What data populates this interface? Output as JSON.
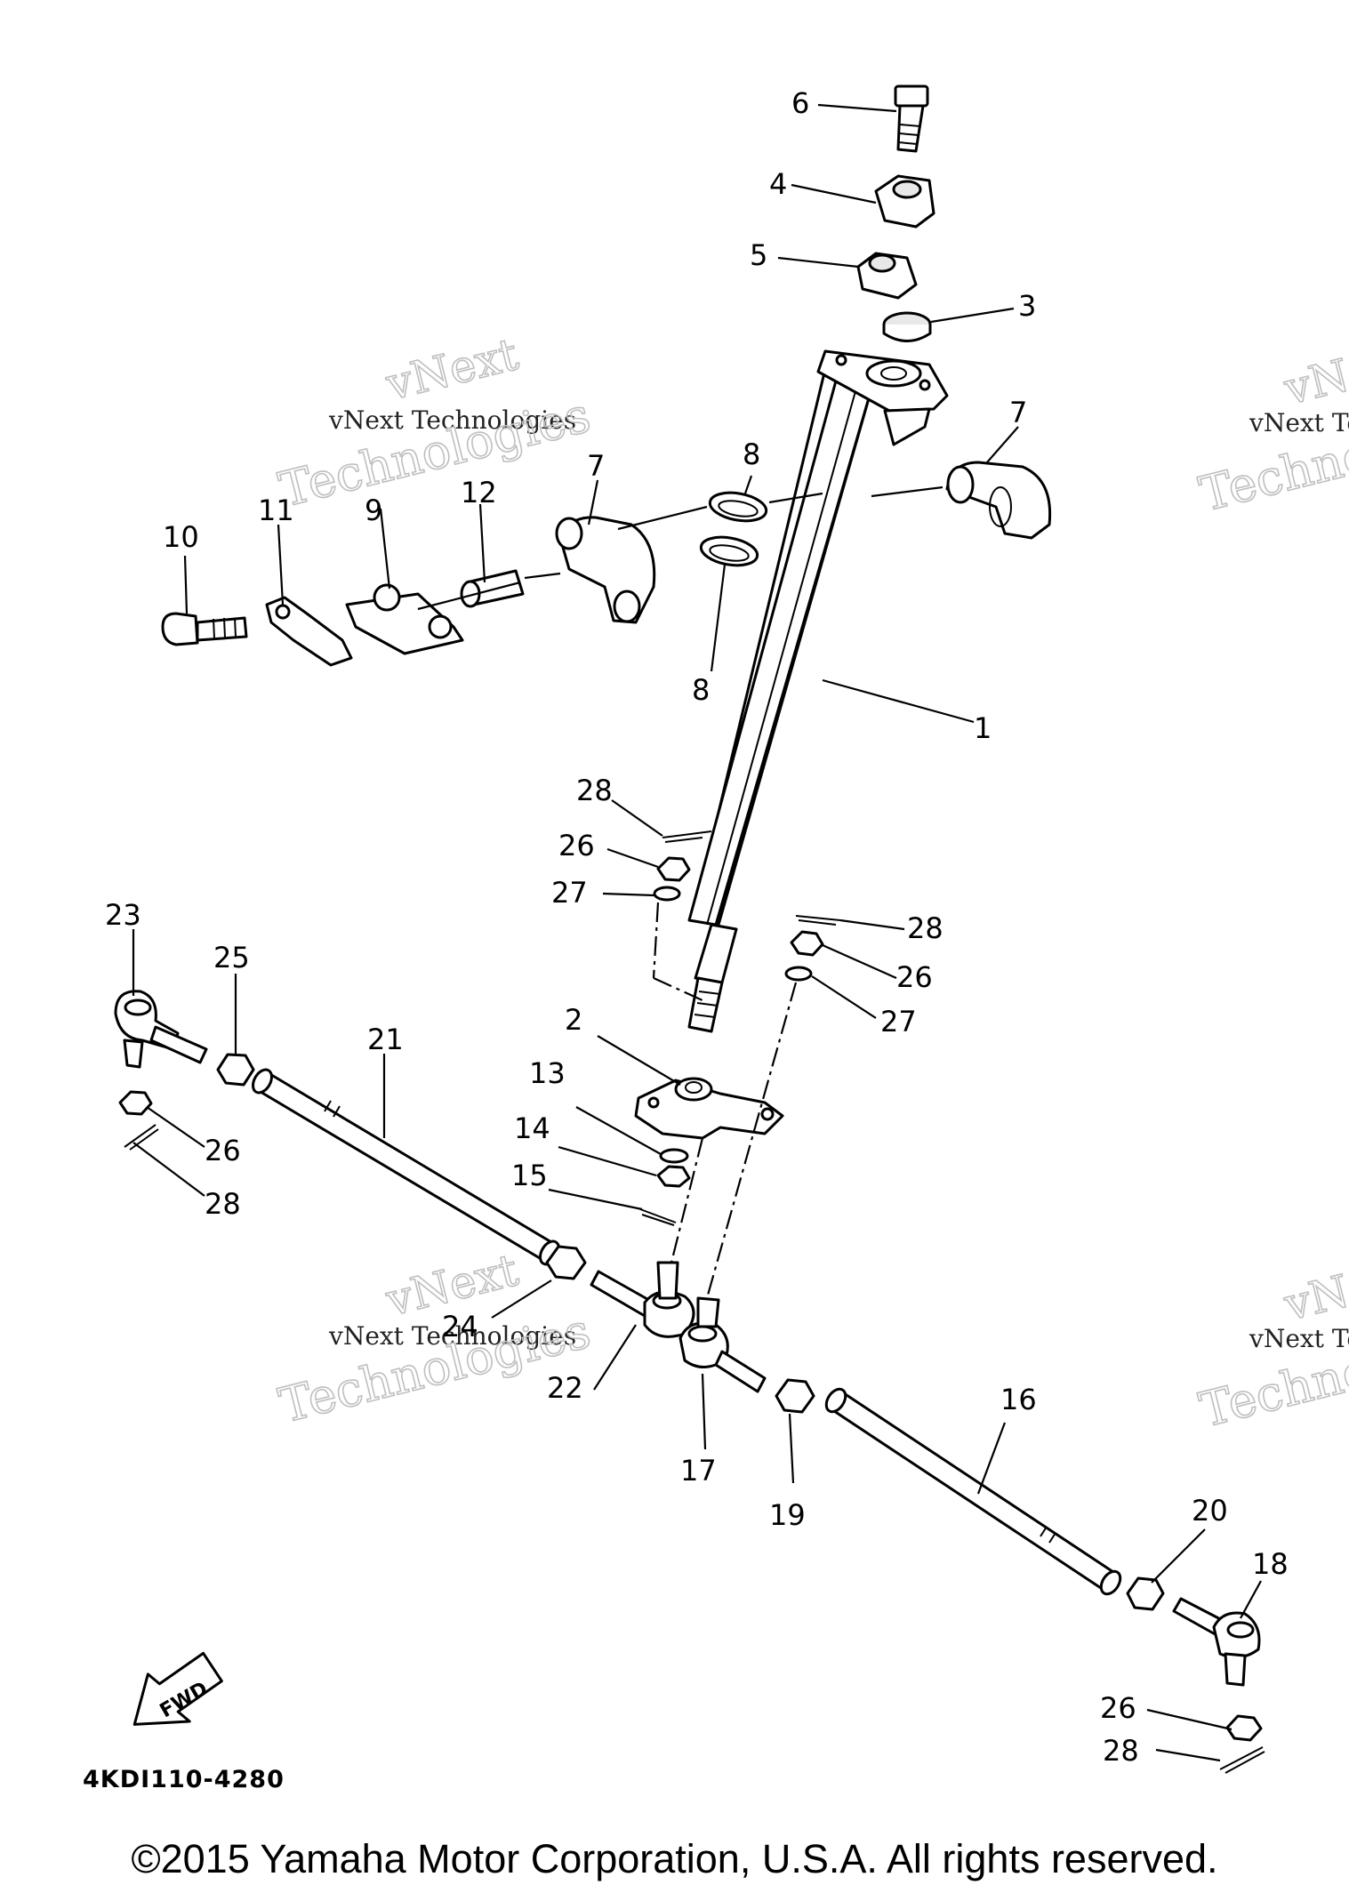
{
  "diagram": {
    "drawing_code": "4KDI110-4280",
    "fwd_label": "FWD",
    "copyright": "©2015 Yamaha Motor Corporation, U.S.A. All rights reserved.",
    "watermark": {
      "line1": "vNext Technologies",
      "line2": "vNext",
      "line3": "Technologies"
    },
    "callouts": [
      {
        "id": "c1",
        "number": "1",
        "part": "steering shaft"
      },
      {
        "id": "c2",
        "number": "2",
        "part": "pitman arm"
      },
      {
        "id": "c3",
        "number": "3",
        "part": "cap"
      },
      {
        "id": "c4",
        "number": "4",
        "part": "upper holder"
      },
      {
        "id": "c5",
        "number": "5",
        "part": "lower holder"
      },
      {
        "id": "c6",
        "number": "6",
        "part": "bolt"
      },
      {
        "id": "c7a",
        "number": "7",
        "part": "shaft holder left"
      },
      {
        "id": "c7b",
        "number": "7",
        "part": "shaft holder right"
      },
      {
        "id": "c8a",
        "number": "8",
        "part": "bushing upper"
      },
      {
        "id": "c8b",
        "number": "8",
        "part": "bushing lower"
      },
      {
        "id": "c9",
        "number": "9",
        "part": "plate"
      },
      {
        "id": "c10",
        "number": "10",
        "part": "bolt"
      },
      {
        "id": "c11",
        "number": "11",
        "part": "lock washer"
      },
      {
        "id": "c12",
        "number": "12",
        "part": "collar"
      },
      {
        "id": "c13",
        "number": "13",
        "part": "washer"
      },
      {
        "id": "c14",
        "number": "14",
        "part": "nut"
      },
      {
        "id": "c15",
        "number": "15",
        "part": "cotter pin"
      },
      {
        "id": "c16",
        "number": "16",
        "part": "tie rod right"
      },
      {
        "id": "c17",
        "number": "17",
        "part": "rod end"
      },
      {
        "id": "c18",
        "number": "18",
        "part": "rod end"
      },
      {
        "id": "c19",
        "number": "19",
        "part": "nut"
      },
      {
        "id": "c20",
        "number": "20",
        "part": "nut"
      },
      {
        "id": "c21",
        "number": "21",
        "part": "tie rod left"
      },
      {
        "id": "c22",
        "number": "22",
        "part": "rod end"
      },
      {
        "id": "c23",
        "number": "23",
        "part": "rod end"
      },
      {
        "id": "c24",
        "number": "24",
        "part": "nut"
      },
      {
        "id": "c25",
        "number": "25",
        "part": "nut"
      },
      {
        "id": "c26a",
        "number": "26",
        "part": "nut"
      },
      {
        "id": "c26b",
        "number": "26",
        "part": "nut"
      },
      {
        "id": "c26c",
        "number": "26",
        "part": "nut"
      },
      {
        "id": "c26d",
        "number": "26",
        "part": "nut"
      },
      {
        "id": "c27a",
        "number": "27",
        "part": "washer"
      },
      {
        "id": "c27b",
        "number": "27",
        "part": "washer"
      },
      {
        "id": "c28a",
        "number": "28",
        "part": "cotter pin"
      },
      {
        "id": "c28b",
        "number": "28",
        "part": "cotter pin"
      },
      {
        "id": "c28c",
        "number": "28",
        "part": "cotter pin"
      },
      {
        "id": "c28d",
        "number": "28",
        "part": "cotter pin"
      }
    ]
  }
}
